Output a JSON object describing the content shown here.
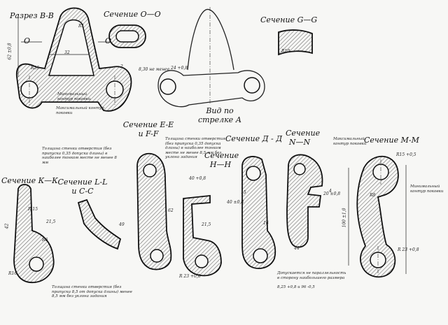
{
  "section_titles": {
    "bb": "Разрез В-В",
    "oo": "Сечение О—О",
    "gg": "Сечение G—G",
    "view_a": "Вид по стрелке А",
    "ee_ff": "Сечение Е-Е и F-F",
    "dd": "Сечение Д - Д",
    "nn": "Сечение N—N",
    "mm": "Сечение М-М",
    "kk": "Сечение К—К",
    "ll_cc": "Сечение L-L и С-С",
    "hh": "Сечение Н—Н"
  },
  "cut_labels": {
    "o_left": "О",
    "o_right": "О"
  },
  "notes": {
    "contour_1": "Минимальный контур поковки",
    "contour_2": "Максимальный контур поковки",
    "web_top": "Толщина стенки отверстия (без припуска 0,35 допуска длины) в наиболее тонком месте не менее 8,5 мм без уклона задания",
    "web_left": "Толщина стенки отверстия (без припуска 0,35 допуска длины) в наиболее тонком месте не менее 8 мм",
    "web_bottom": "Толщина стенки отверстия (без припуска 8,5 от допуска длины) менее 8,5 мм без уклона задания",
    "max_contour_right": "Максимальный контур поковки",
    "min_contour_right": "Минимальный контур поковки",
    "tolerance_bottom": "Допускается не параллельность в сторону наибольшего размера",
    "tol_values": "8,25 +0,8 и 96 -0,5"
  },
  "dims": {
    "d1": "R25",
    "d2": "62 ±0,8",
    "d3": "R1",
    "d4": "32",
    "d5": "2",
    "d6": "8,30 не менее",
    "d7": "24 +0,8",
    "d8": "R10",
    "d9": "40 +0,8",
    "d10": "21,5",
    "d11": "62",
    "d12": "49",
    "d13": "R 23 +0,8",
    "d14": "40 ±0,8",
    "d15": "44",
    "d16": "4",
    "d17": "R15 +0,5",
    "d18": "R8",
    "d19": "R 23 +0,8",
    "d20": "100 ±1,0",
    "d21": "20 ±0,8",
    "d22": "R 15",
    "d23": "R6",
    "d24": "21,5",
    "d25": "R16",
    "d26": "42",
    "d27": "15",
    "d28": "16"
  }
}
